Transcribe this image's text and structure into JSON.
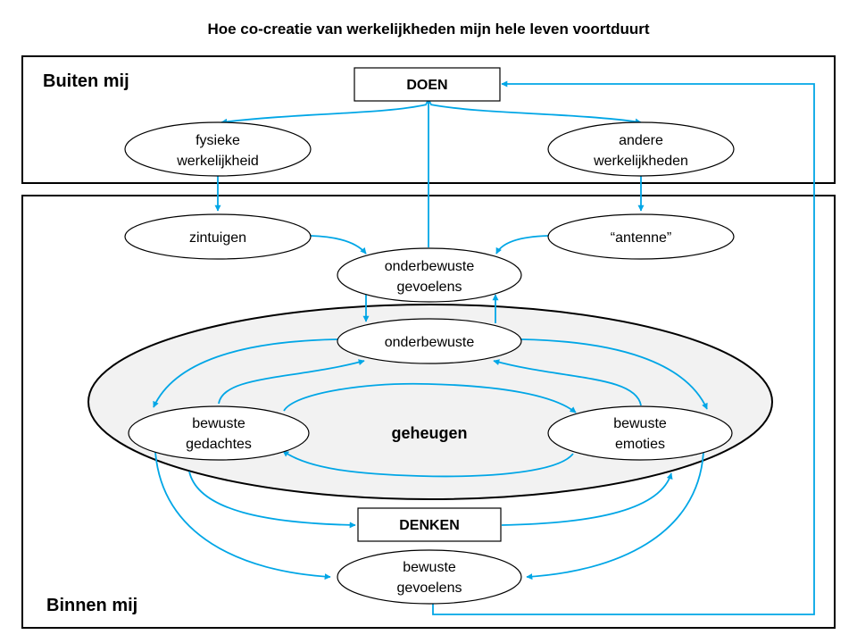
{
  "title": "Hoe co-creatie van werkelijkheden mijn hele leven voortduurt",
  "colors": {
    "arrow": "#00a6e6",
    "core_fill": "#f2f2f2",
    "border": "#000000"
  },
  "regions": {
    "outside": "Buiten mij",
    "inside": "Binnen mij"
  },
  "nodes": {
    "doen": "DOEN",
    "denken": "DENKEN",
    "fysieke_1": "fysieke",
    "fysieke_2": "werkelijkheid",
    "andere_1": "andere",
    "andere_2": "werkelijkheden",
    "zintuigen": "zintuigen",
    "antenne": "“antenne”",
    "ond_gev_1": "onderbewuste",
    "ond_gev_2": "gevoelens",
    "onderbewuste": "onderbewuste",
    "geheugen": "geheugen",
    "bew_ged_1": "bewuste",
    "bew_ged_2": "gedachtes",
    "bew_emo_1": "bewuste",
    "bew_emo_2": "emoties",
    "bew_gev_1": "bewuste",
    "bew_gev_2": "gevoelens"
  }
}
